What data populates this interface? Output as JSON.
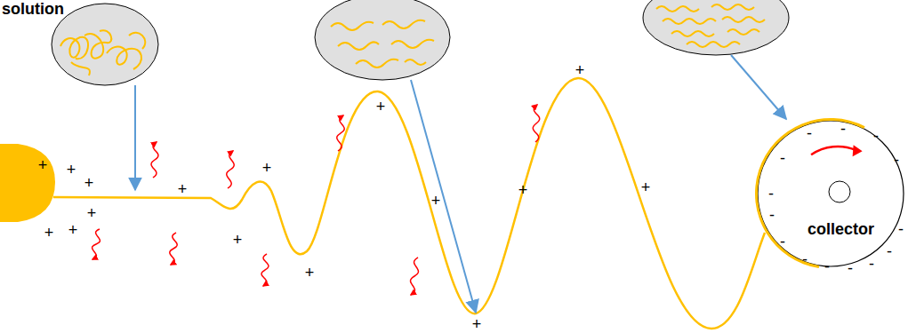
{
  "diagram": {
    "nodes": [
      {
        "text": [
          "collector"
        ]
      }
    ],
    "labels": [
      "solution",
      "+",
      "+",
      "+",
      "+",
      "+",
      "+",
      "+",
      "+",
      "+",
      "+",
      "+",
      "+",
      "+",
      "+",
      "+",
      "+",
      "-",
      "-",
      "-",
      "-",
      "-",
      "-",
      "-",
      "-",
      "-",
      "-",
      "-",
      "-",
      "-",
      "-"
    ]
  }
}
